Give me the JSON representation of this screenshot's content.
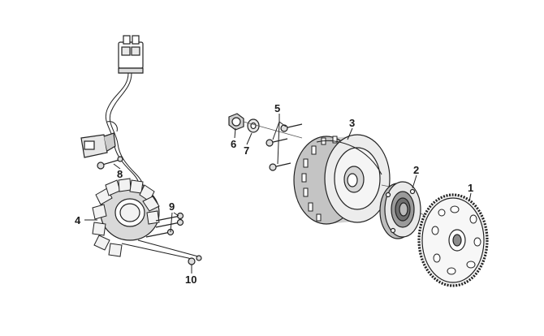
{
  "callouts": [
    {
      "id": "1",
      "text": "1"
    },
    {
      "id": "2",
      "text": "2"
    },
    {
      "id": "3",
      "text": "3"
    },
    {
      "id": "4",
      "text": "4"
    },
    {
      "id": "5",
      "text": "5"
    },
    {
      "id": "6",
      "text": "6"
    },
    {
      "id": "7",
      "text": "7"
    },
    {
      "id": "8",
      "text": "8"
    },
    {
      "id": "9",
      "text": "9"
    },
    {
      "id": "10",
      "text": "10"
    }
  ],
  "colors": {
    "line": "#222222",
    "light_fill": "#f2f2f2",
    "mid_fill": "#d9d9d9",
    "dark_fill": "#8c8c8c"
  }
}
